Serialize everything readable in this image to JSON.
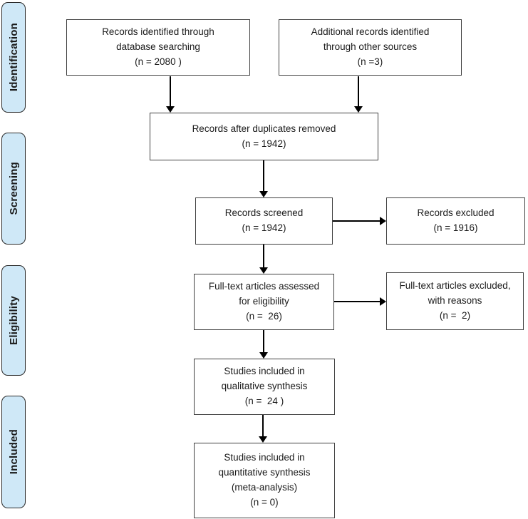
{
  "sidebar": {
    "stages": [
      {
        "label": "Identification"
      },
      {
        "label": "Screening"
      },
      {
        "label": "Eligibility"
      },
      {
        "label": "Included"
      }
    ]
  },
  "boxes": {
    "records_identified": {
      "text": "Records identified through\ndatabase searching\n(n = 2080 )"
    },
    "additional_records": {
      "text": "Additional records identified\nthrough other sources\n(n =3)"
    },
    "duplicates_removed": {
      "text": "Records after duplicates removed\n(n = 1942)"
    },
    "records_screened": {
      "text": "Records screened\n(n = 1942)"
    },
    "records_excluded": {
      "text": "Records excluded\n(n = 1916)"
    },
    "fulltext_assessed": {
      "text": "Full-text articles assessed\nfor eligibility\n(n =  26)"
    },
    "fulltext_excluded": {
      "text": "Full-text articles excluded,\nwith reasons\n(n =  2)"
    },
    "qualitative_synthesis": {
      "text": "Studies included in\nqualitative synthesis\n(n =  24 )"
    },
    "quantitative_synthesis": {
      "text": "Studies included in\nquantitative synthesis\n(meta-analysis)\n(n = 0)"
    }
  },
  "colors": {
    "stage_fill": "#cfe8f7",
    "stage_border": "#2b2b2b",
    "box_border": "#3f3f3f",
    "arrow": "#000000",
    "text": "#1a1a1a",
    "background": "#ffffff"
  }
}
